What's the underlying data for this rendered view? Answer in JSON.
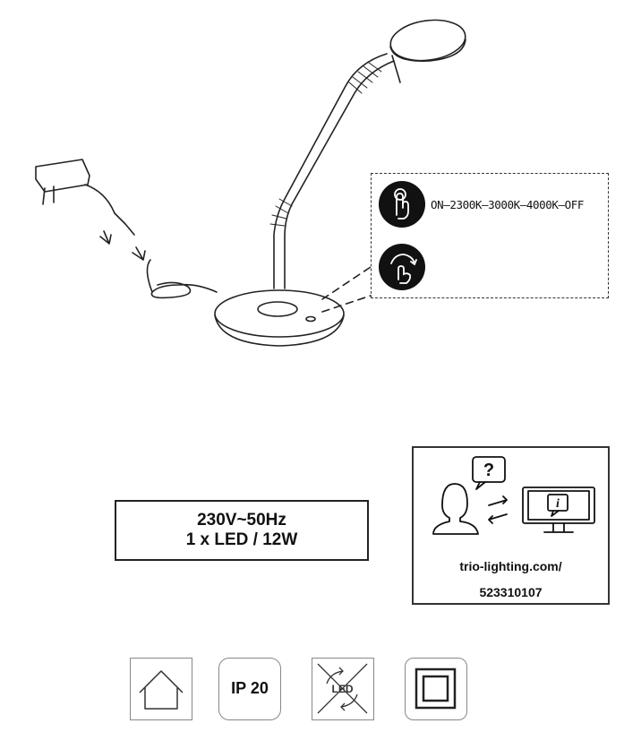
{
  "touch_panel": {
    "cycle_label": "ON–2300K–3000K–4000K–OFF",
    "icons": [
      "touch-tap-icon",
      "touch-rotate-icon"
    ]
  },
  "specs": {
    "line1": "230V~50Hz",
    "line2": "1 x LED / 12W"
  },
  "info": {
    "url": "trio-lighting.com/",
    "code": "523310107",
    "icons": [
      "person-icon",
      "question-bubble-icon",
      "exchange-arrows-icon",
      "monitor-info-icon"
    ]
  },
  "symbols": {
    "indoor": "indoor-use-house-icon",
    "ip_rating": "IP 20",
    "led": "LED",
    "protection_class": "class-ii-double-square-icon"
  }
}
